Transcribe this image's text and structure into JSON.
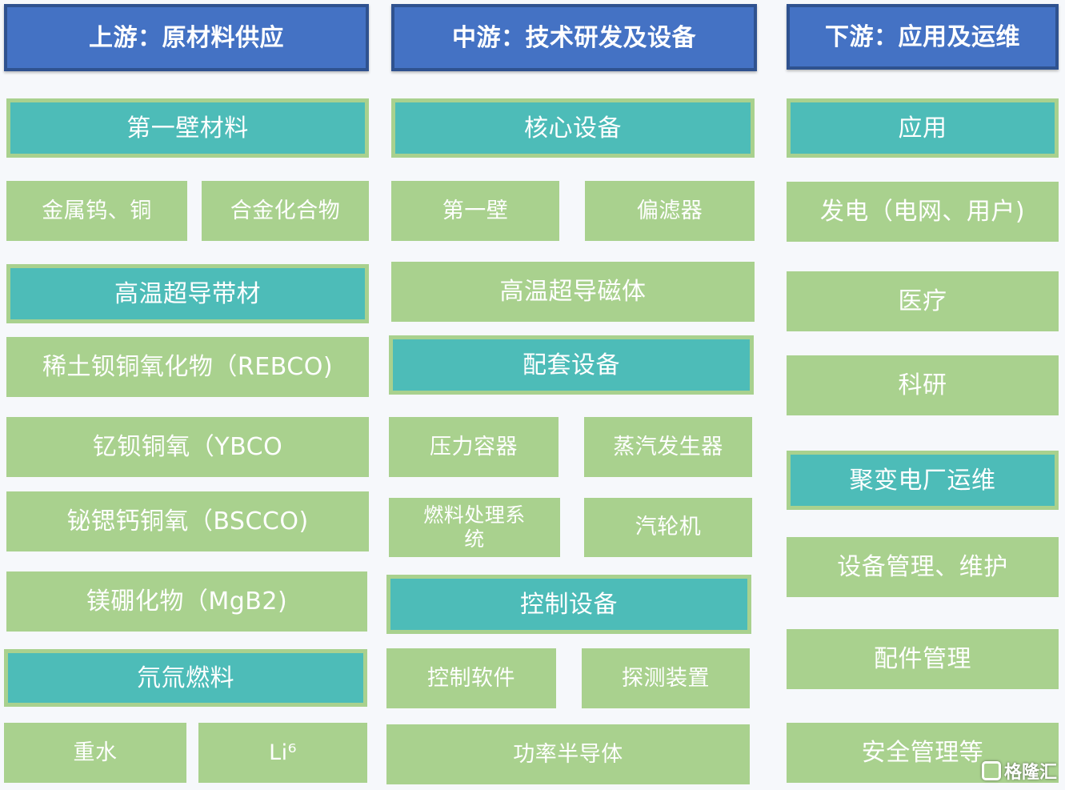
{
  "upstream": {
    "header": "上游：原材料供应",
    "first_wall_title": "第一壁材料",
    "first_wall_items": [
      "金属钨、铜",
      "合金化合物"
    ],
    "hts_tape_title": "高温超导带材",
    "hts_tape_items": [
      "稀土钡铜氧化物（REBCO)",
      "钇钡铜氧（YBCO",
      "铋锶钙铜氧（BSCCO)",
      "镁硼化物（MgB2)"
    ],
    "fuel_title": "氘氚燃料",
    "fuel_items": [
      "重水",
      "Li⁶"
    ]
  },
  "midstream": {
    "header": "中游：技术研发及设备",
    "core_title": "核心设备",
    "core_items": [
      "第一壁",
      "偏滤器",
      "高温超导磁体"
    ],
    "support_title": "配套设备",
    "support_items": [
      "压力容器",
      "蒸汽发生器",
      "燃料处理系统",
      "汽轮机"
    ],
    "control_title": "控制设备",
    "control_items": [
      "控制软件",
      "探测装置",
      "功率半导体"
    ]
  },
  "downstream": {
    "header": "下游：应用及运维",
    "app_title": "应用",
    "app_items": [
      "发电（电网、用户)",
      "医疗",
      "科研"
    ],
    "ops_title": "聚变电厂运维",
    "ops_items": [
      "设备管理、维护",
      "配件管理",
      "安全管理等"
    ]
  },
  "watermark": "格隆汇",
  "colors": {
    "header_blue": "#4472c4",
    "category_teal": "#4dbcb8",
    "item_green": "#a9d18e"
  }
}
